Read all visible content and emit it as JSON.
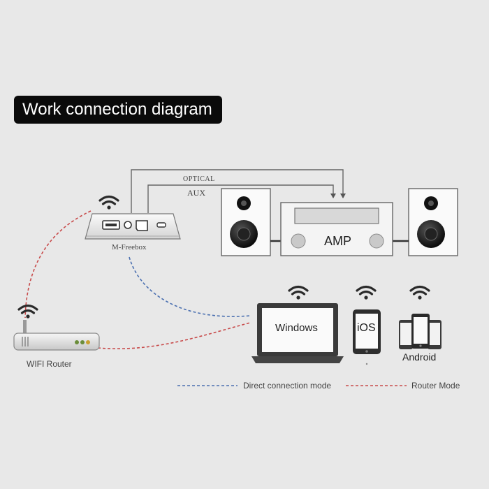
{
  "title": "Work connection diagram",
  "labels": {
    "optical": "OPTICAL",
    "aux": "AUX",
    "device": "M-Freebox",
    "amp": "AMP",
    "router": "WIFI Router",
    "windows": "Windows",
    "ios": "iOS",
    "android": "Android"
  },
  "legend": {
    "direct": "Direct connection mode",
    "router_mode": "Router Mode"
  },
  "colors": {
    "direct": "#4a6fb0",
    "router": "#c84b4b",
    "cable": "#666666"
  },
  "icons": [
    "wifi-icon",
    "usb-port-icon",
    "optical-port-icon",
    "micro-usb-icon",
    "speaker-icon",
    "laptop-icon",
    "tablet-icon",
    "phone-icon"
  ]
}
